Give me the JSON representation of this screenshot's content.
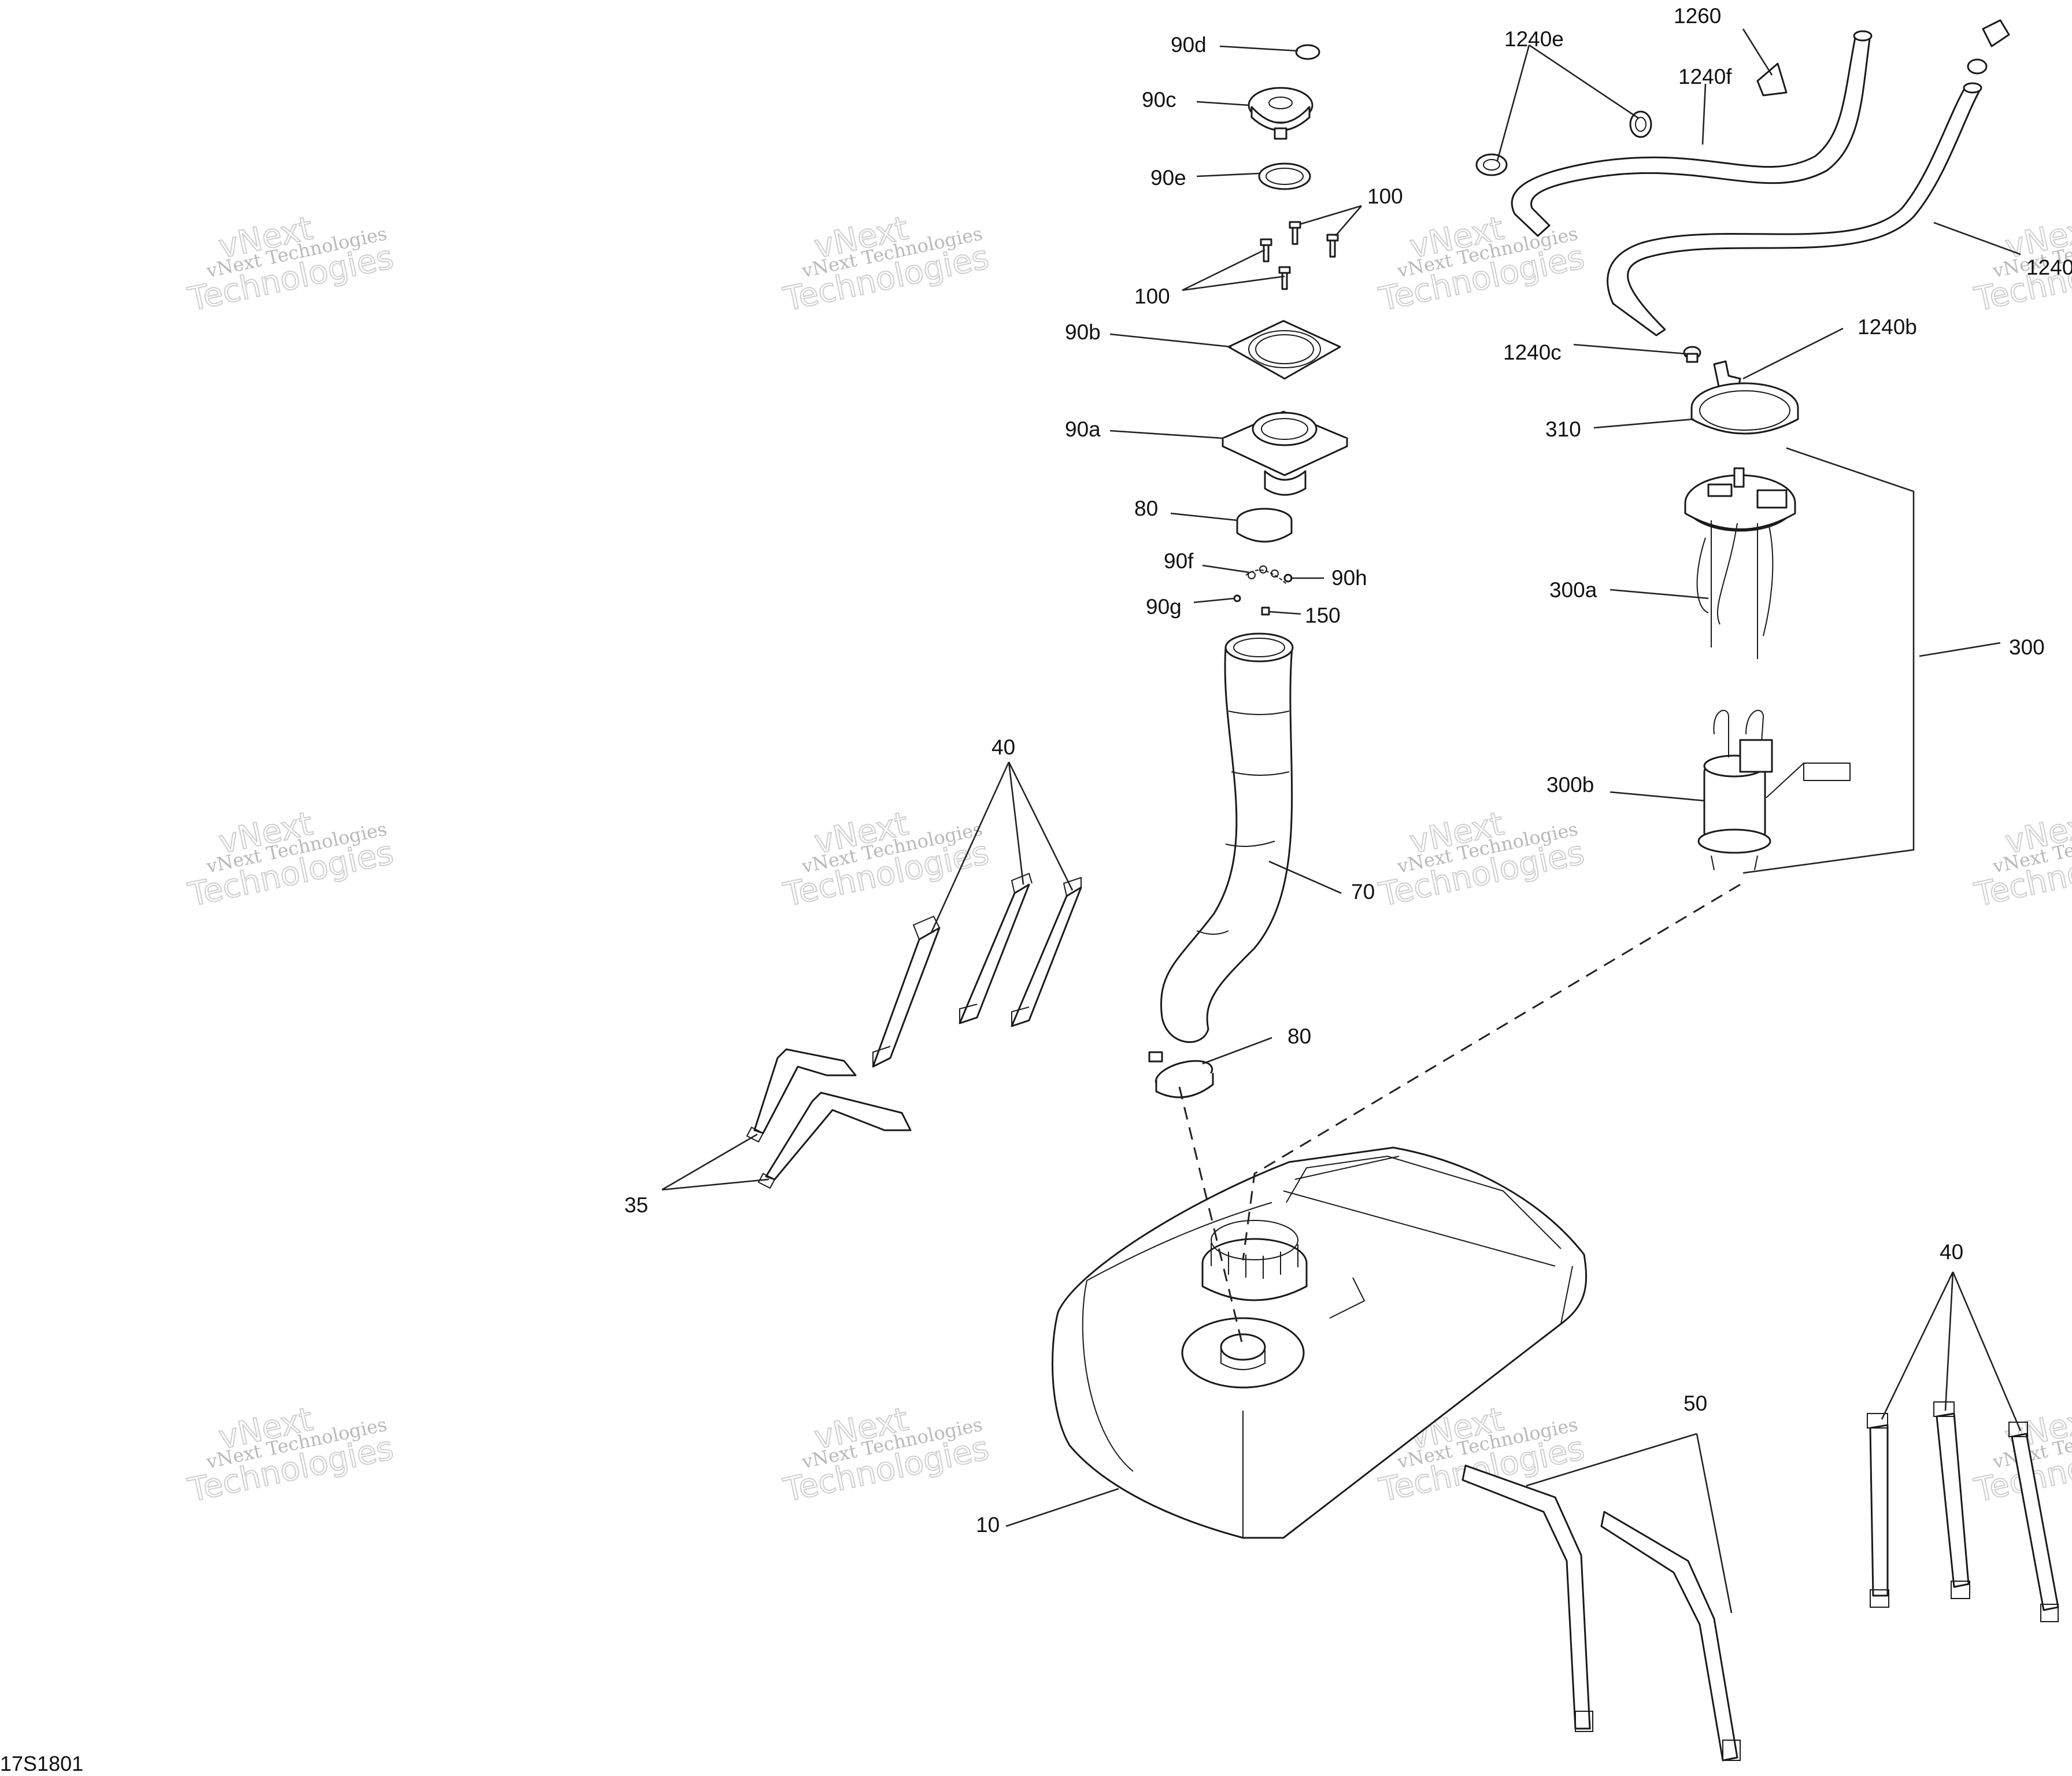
{
  "figure_id": "17S1801",
  "watermark": {
    "line1": "vNext Technologies",
    "line2": "vNext",
    "line3": "Technologies"
  },
  "callouts": {
    "c90d": "90d",
    "c90c": "90c",
    "c90e": "90e",
    "c100a": "100",
    "c100b": "100",
    "c90b": "90b",
    "c90a": "90a",
    "c80a": "80",
    "c90f": "90f",
    "c90h": "90h",
    "c90g": "90g",
    "c150": "150",
    "c70": "70",
    "c80b": "80",
    "c40a": "40",
    "c35": "35",
    "c10": "10",
    "c50": "50",
    "c40b": "40",
    "c1240e": "1240e",
    "c1260": "1260",
    "c1240f": "1240f",
    "c1240c": "1240c",
    "c1240b": "1240b",
    "c310": "310",
    "c300a": "300a",
    "c300": "300",
    "c300b": "300b",
    "c1240edge": "1240"
  }
}
